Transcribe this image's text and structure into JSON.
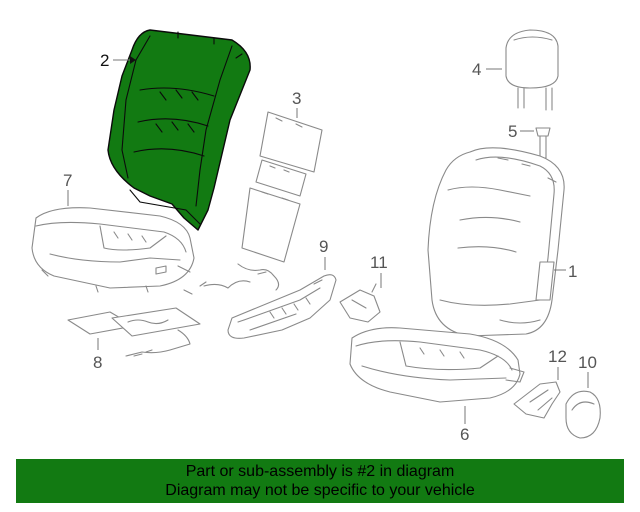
{
  "callouts": {
    "c1": "1",
    "c2": "2",
    "c3": "3",
    "c4": "4",
    "c5": "5",
    "c6": "6",
    "c7": "7",
    "c8": "8",
    "c9": "9",
    "c10": "10",
    "c11": "11",
    "c12": "12"
  },
  "highlight": {
    "part": "2",
    "color": "#127a12"
  },
  "banner": {
    "line1": "Part or sub-assembly is #2 in diagram",
    "line2": "Diagram may not be specific to your vehicle",
    "color": "#127a12"
  }
}
